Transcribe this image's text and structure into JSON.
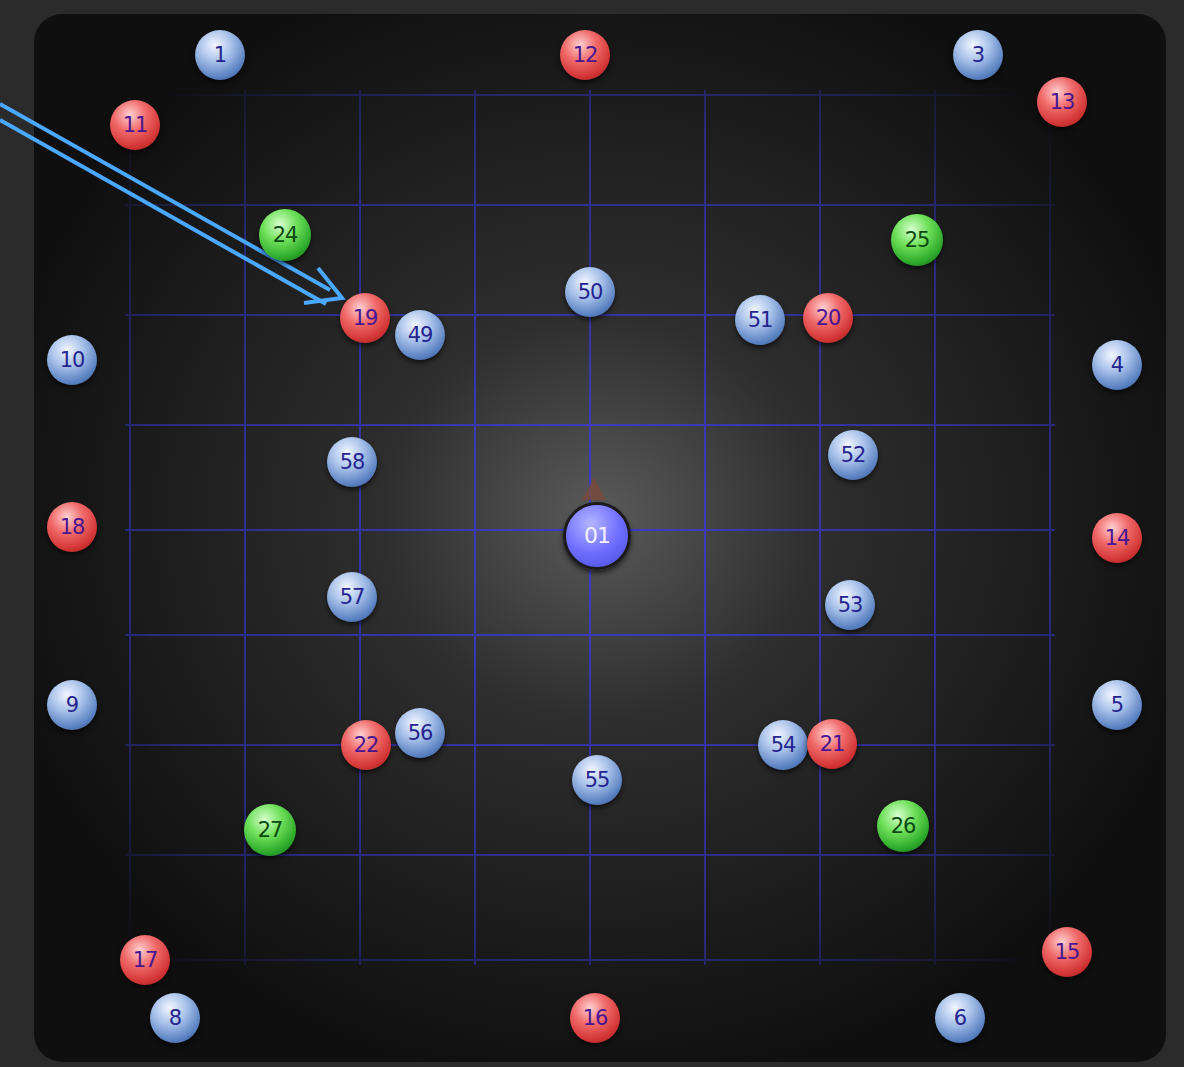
{
  "diagram": {
    "nodes": [
      {
        "text": [
          "1"
        ]
      },
      {
        "text": [
          "12"
        ]
      },
      {
        "text": [
          "3"
        ]
      },
      {
        "text": [
          "11"
        ]
      },
      {
        "text": [
          "13"
        ]
      },
      {
        "text": [
          "24"
        ]
      },
      {
        "text": [
          "25"
        ]
      },
      {
        "text": [
          "50"
        ]
      },
      {
        "text": [
          "19"
        ]
      },
      {
        "text": [
          "49"
        ]
      },
      {
        "text": [
          "51"
        ]
      },
      {
        "text": [
          "20"
        ]
      },
      {
        "text": [
          "10"
        ]
      },
      {
        "text": [
          "4"
        ]
      },
      {
        "text": [
          "58"
        ]
      },
      {
        "text": [
          "52"
        ]
      },
      {
        "text": [
          "18"
        ]
      },
      {
        "text": [
          "01"
        ]
      },
      {
        "text": [
          "14"
        ]
      },
      {
        "text": [
          "57"
        ]
      },
      {
        "text": [
          "53"
        ]
      },
      {
        "text": [
          "9"
        ]
      },
      {
        "text": [
          "5"
        ]
      },
      {
        "text": [
          "22"
        ]
      },
      {
        "text": [
          "56"
        ]
      },
      {
        "text": [
          "54"
        ]
      },
      {
        "text": [
          "21"
        ]
      },
      {
        "text": [
          "55"
        ]
      },
      {
        "text": [
          "27"
        ]
      },
      {
        "text": [
          "26"
        ]
      },
      {
        "text": [
          "17"
        ]
      },
      {
        "text": [
          "15"
        ]
      },
      {
        "text": [
          "8"
        ]
      },
      {
        "text": [
          "16"
        ]
      },
      {
        "text": [
          "6"
        ]
      }
    ]
  }
}
